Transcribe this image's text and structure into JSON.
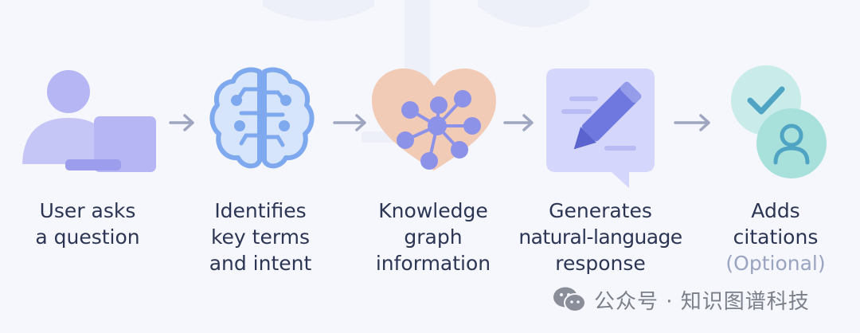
{
  "steps": [
    {
      "lines": [
        "User asks",
        "a question"
      ],
      "icon": "user-laptop-icon"
    },
    {
      "lines": [
        "Identifies",
        "key terms",
        "and intent"
      ],
      "icon": "brain-icon"
    },
    {
      "lines": [
        "Knowledge",
        "graph",
        "information"
      ],
      "icon": "knowledge-graph-heart-icon"
    },
    {
      "lines": [
        "Generates",
        "natural-language",
        "response"
      ],
      "icon": "pencil-speech-bubble-icon"
    },
    {
      "lines": [
        "Adds",
        "citations"
      ],
      "optional": "(Optional)",
      "icon": "check-user-badges-icon"
    }
  ],
  "watermark": {
    "text": "公众号 · 知识图谱科技",
    "icon": "wechat-icon"
  },
  "colors": {
    "background": "#f5f7fc",
    "text": "#2c3553",
    "muted": "#9aa3c0",
    "lavender": "#b9b9f6",
    "blue": "#7fa9ee",
    "peach": "#f2cbb6",
    "graph_node": "#8c92e8",
    "teal": "#b7e6e3",
    "arrow": "#9ea6bf"
  }
}
